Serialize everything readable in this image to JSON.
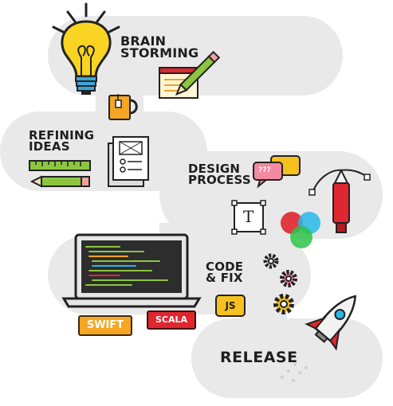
{
  "steps": {
    "brainstorming": [
      "BRAIN",
      "STORMING"
    ],
    "refining": [
      "REFINING",
      "IDEAS"
    ],
    "design": [
      "DESIGN",
      "PROCESS"
    ],
    "code": [
      "CODE",
      "& FIX"
    ],
    "release": "RELEASE"
  },
  "tags": {
    "swift": "SWIFT",
    "scala": "SCALA",
    "js": "JS"
  },
  "icon_text": {
    "type_glyph": "T",
    "question_marks": "???"
  },
  "icons": [
    "lightbulb-icon",
    "notepad-pencil-icon",
    "mug-icon",
    "ruler-icon",
    "pencil-icon",
    "wireframe-document-icon",
    "speech-bubbles-icon",
    "text-tool-icon",
    "color-circles-icon",
    "pen-tool-icon",
    "laptop-code-icon",
    "gear-icon",
    "rocket-icon"
  ],
  "colors": {
    "path": "#e9e9e9",
    "bulb": "#f9d423",
    "bulb_base": "#3aa6d8",
    "swift": "#f6a623",
    "scala": "#e0262f",
    "js": "#f6c11e",
    "rocket_body": "#f2f2f2",
    "rocket_fin": "#e0262f",
    "laptop_screen": "#2d2d2d"
  }
}
